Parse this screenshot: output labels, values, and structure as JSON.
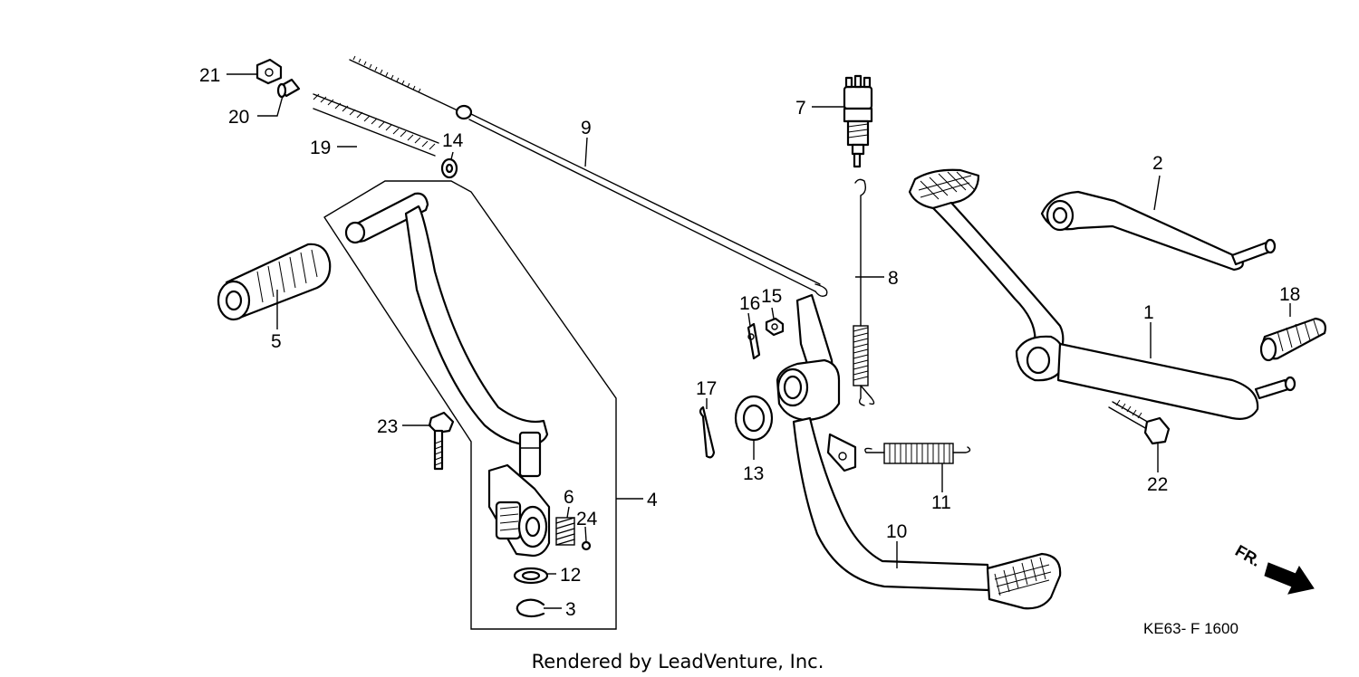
{
  "diagram_code": "KE63- F 1600",
  "credit": "Rendered by LeadVenture, Inc.",
  "direction_label": "FR.",
  "callouts": {
    "c1": "1",
    "c2": "2",
    "c3": "3",
    "c4": "4",
    "c5": "5",
    "c6": "6",
    "c7": "7",
    "c8": "8",
    "c9": "9",
    "c10": "10",
    "c11": "11",
    "c12": "12",
    "c13": "13",
    "c14": "14",
    "c15": "15",
    "c16": "16",
    "c17": "17",
    "c18": "18",
    "c19": "19",
    "c20": "20",
    "c21": "21",
    "c22": "22",
    "c23": "23",
    "c24": "24"
  }
}
